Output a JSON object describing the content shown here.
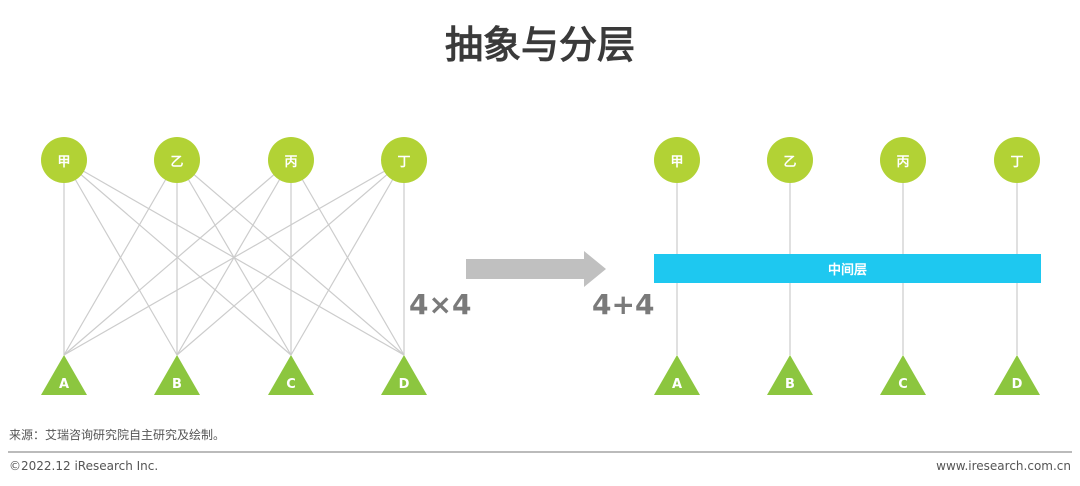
{
  "title": "抽象与分层",
  "top_nodes": [
    "甲",
    "乙",
    "丙",
    "丁"
  ],
  "bottom_nodes": [
    "A",
    "B",
    "C",
    "D"
  ],
  "left_formula": "4×4",
  "right_formula": "4+4",
  "middle_layer": "中间层",
  "source": "来源：艾瑞咨询研究院自主研究及绘制。",
  "copyright": "©2022.12 iResearch Inc.",
  "website": "www.iresearch.com.cn",
  "colors": {
    "node": "#b2d235",
    "triangle": "#8cc63f",
    "layer": "#1ec8f0",
    "arrow": "#c0c0c0",
    "line": "#cccccc"
  }
}
